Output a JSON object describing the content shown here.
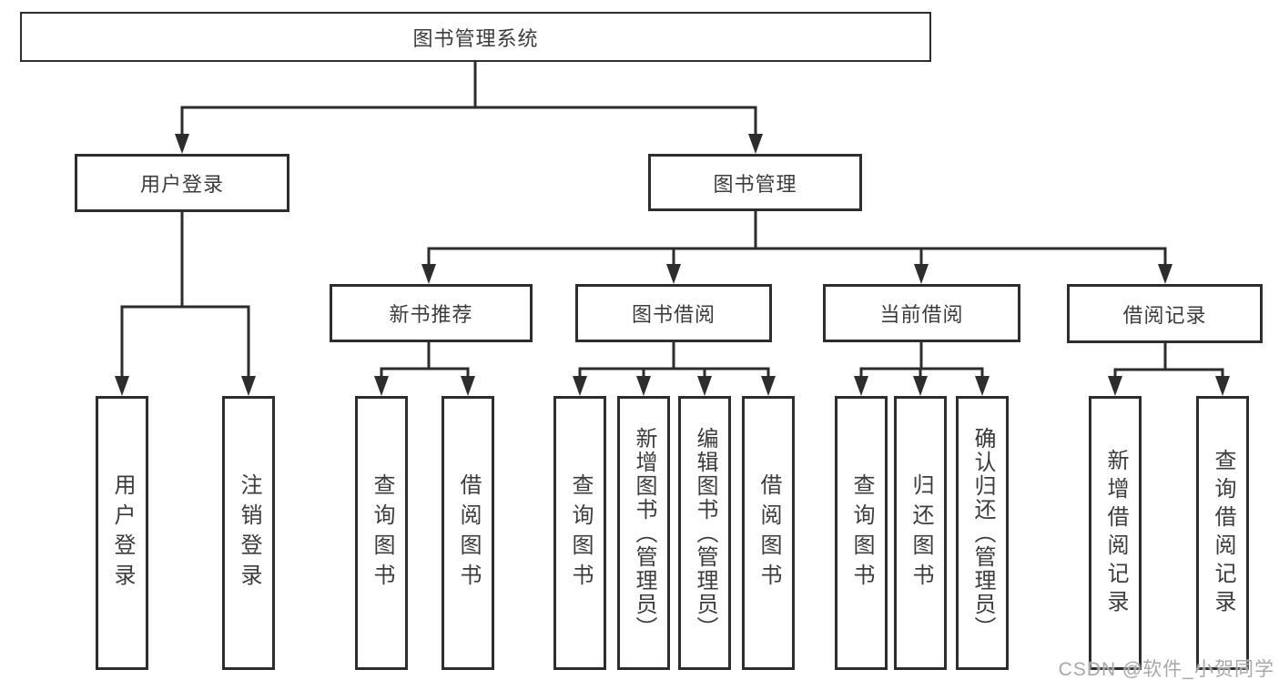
{
  "tree": {
    "label": "图书管理系统",
    "children": [
      {
        "label": "用户登录",
        "children": [
          {
            "label": "用户登录"
          },
          {
            "label": "注销登录"
          }
        ]
      },
      {
        "label": "图书管理",
        "children": [
          {
            "label": "新书推荐",
            "children": [
              {
                "label": "查询图书"
              },
              {
                "label": "借阅图书"
              }
            ]
          },
          {
            "label": "图书借阅",
            "children": [
              {
                "label": "查询图书"
              },
              {
                "label": "新增图书（管理员）"
              },
              {
                "label": "编辑图书（管理员）"
              },
              {
                "label": "借阅图书"
              }
            ]
          },
          {
            "label": "当前借阅",
            "children": [
              {
                "label": "查询图书"
              },
              {
                "label": "归还图书"
              },
              {
                "label": "确认归还（管理员）"
              }
            ]
          },
          {
            "label": "借阅记录",
            "children": [
              {
                "label": "新增借阅记录"
              },
              {
                "label": "查询借阅记录"
              }
            ]
          }
        ]
      }
    ]
  },
  "watermark": "CSDN @软件_小贺同学",
  "colors": {
    "line": "#2d2d2d",
    "text": "#3c3c3c",
    "watermark": "#a8a8a8",
    "background": "#ffffff"
  }
}
